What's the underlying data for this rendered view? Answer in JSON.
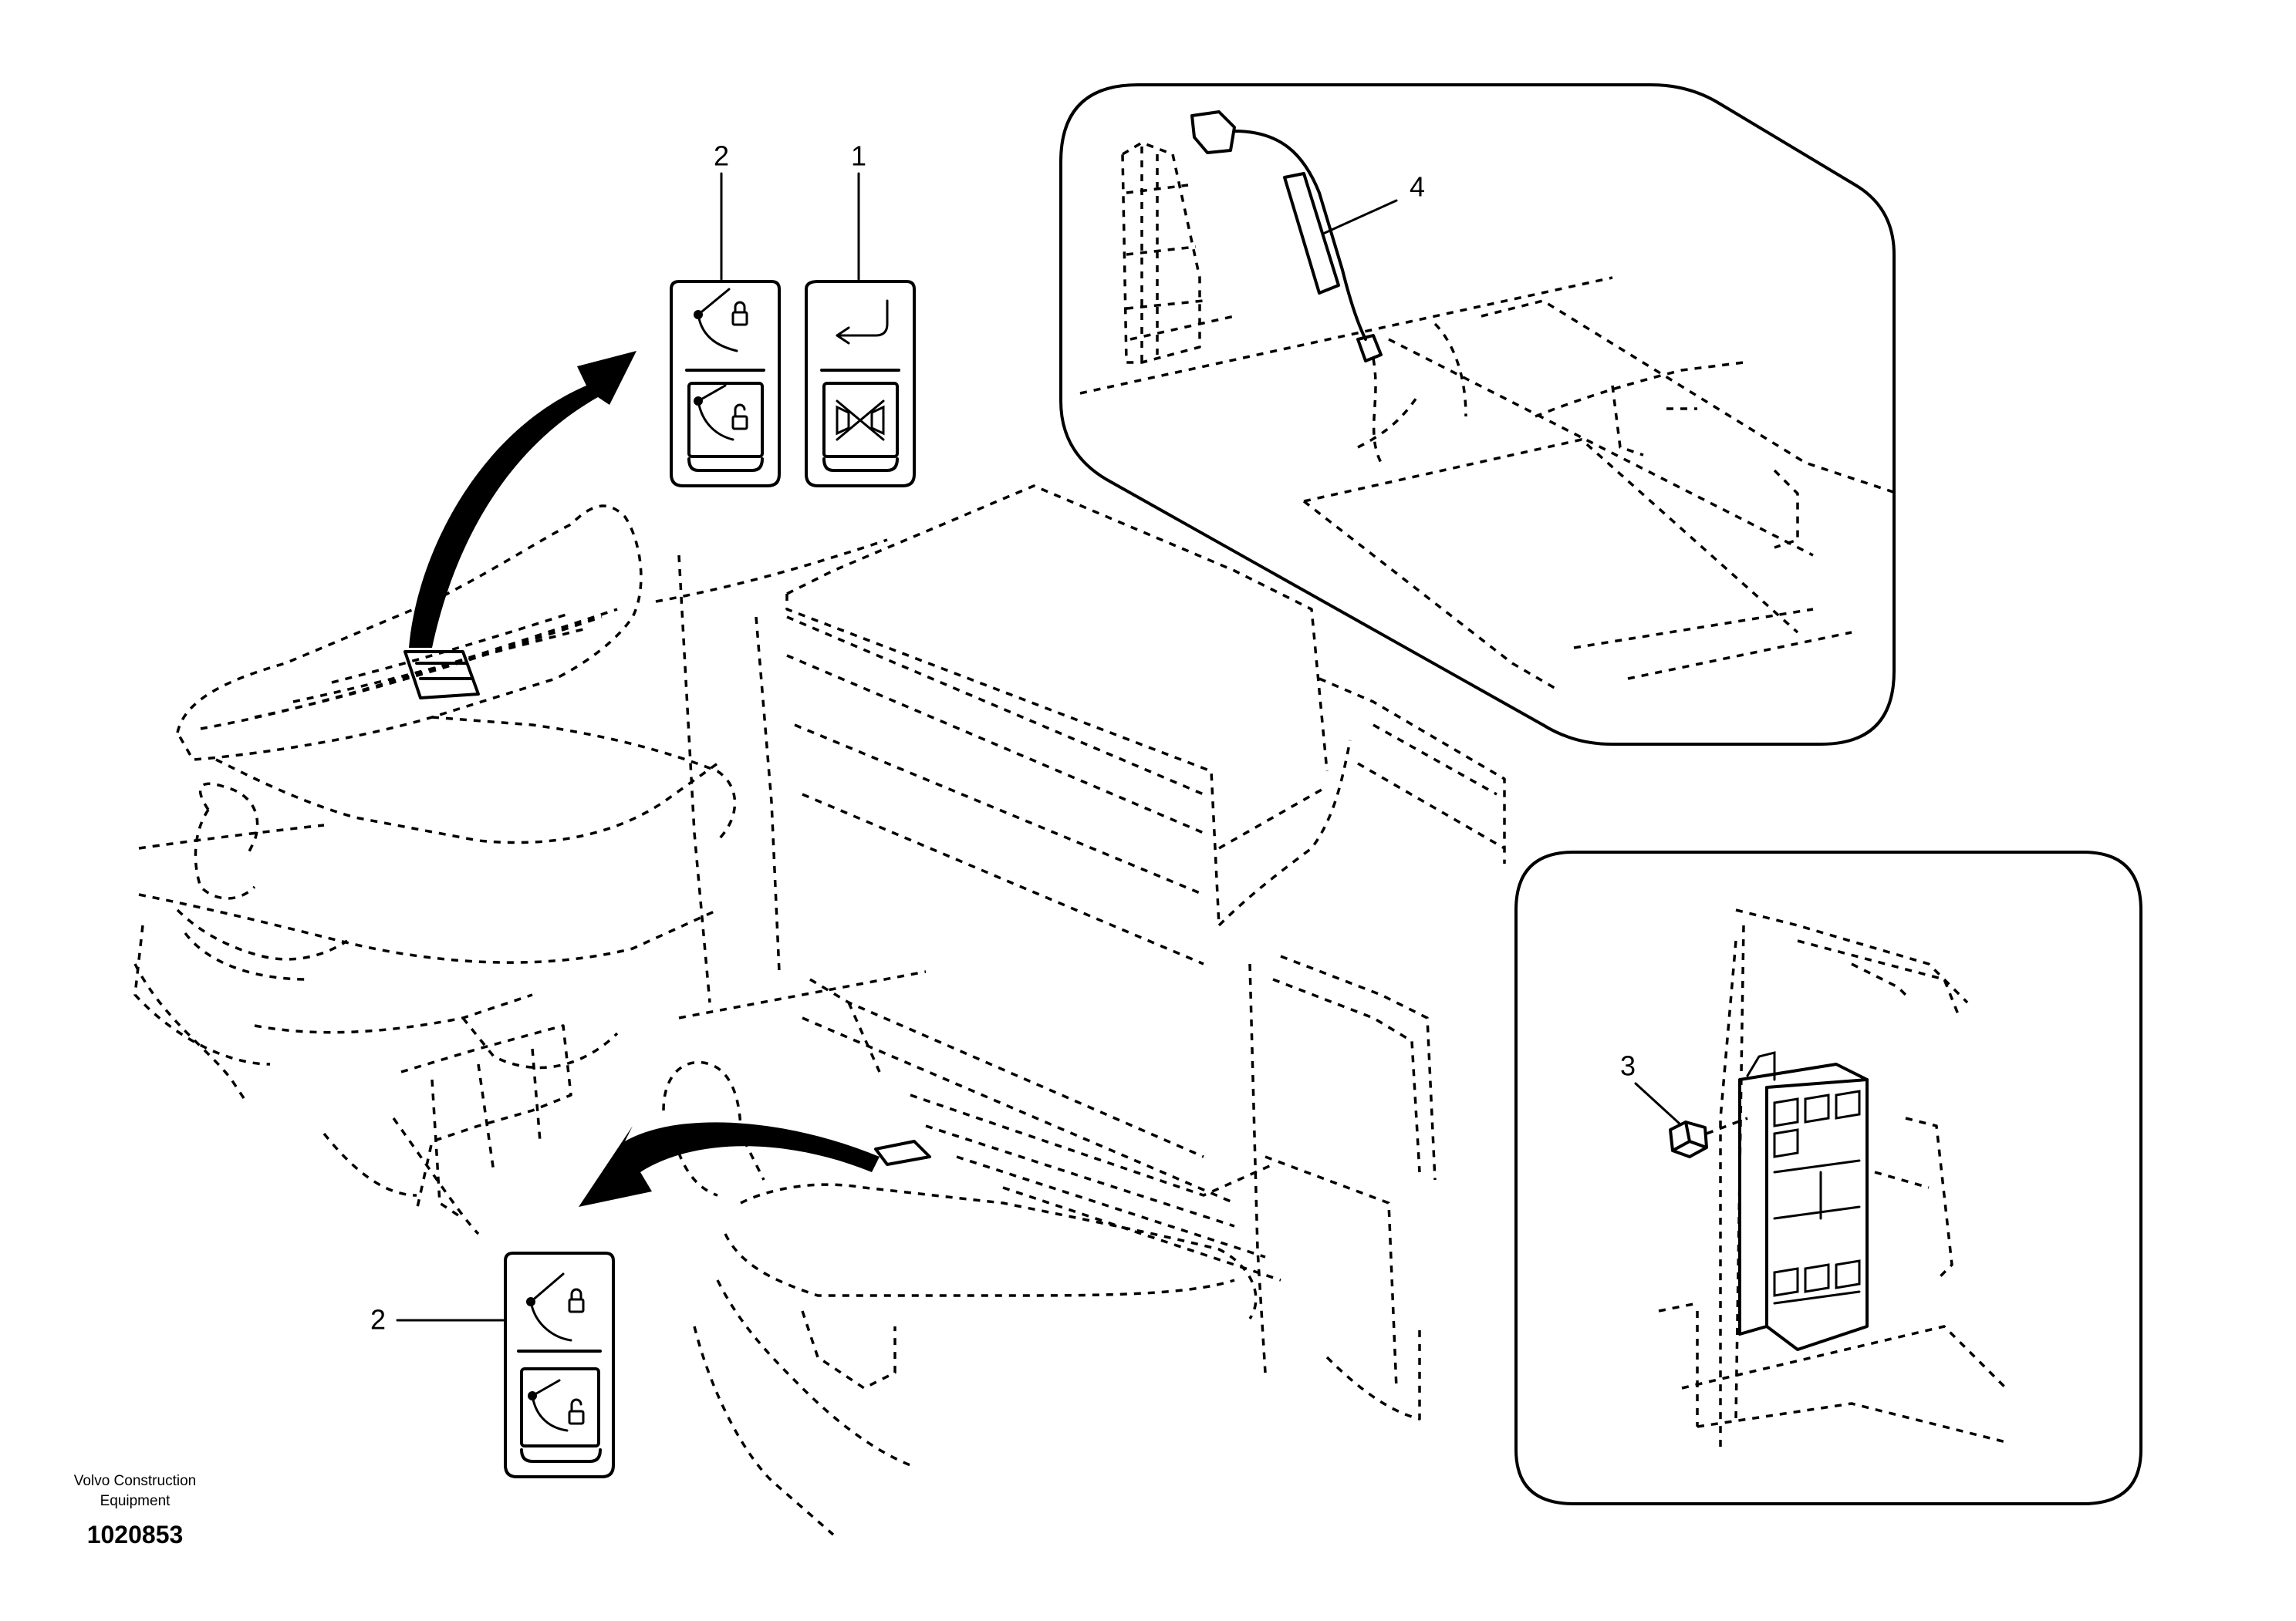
{
  "callouts": {
    "item_1": "1",
    "item_2_top": "2",
    "item_2_bottom": "2",
    "item_3": "3",
    "item_4": "4"
  },
  "footer": {
    "company_line1": "Volvo Construction",
    "company_line2": "Equipment",
    "drawing_number": "1020853"
  }
}
